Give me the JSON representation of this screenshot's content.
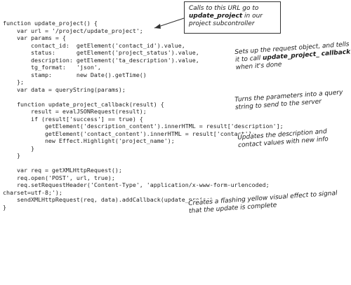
{
  "code_lines": [
    "function update_project() {",
    "    var url = '/project/update_project';",
    "    var params = {",
    "        contact_id:  getElement('contact_id').value,",
    "        status:      getElement('project_status').value,",
    "        description: getElement('ta_description').value,",
    "        tg_format:   'json',",
    "        stamp:       new Date().getTime()",
    "    };",
    "    var data = queryString(params);",
    "",
    "    function update_project_callback(result) {",
    "        result = evalJSONRequest(result);",
    "        if (result['success'] == true) {",
    "            getElement('description_content').innerHTML = result['description'];",
    "            getElement('contact_content').innerHTML = result['contact'];",
    "            new Effect.Highlight('project_name');",
    "        }",
    "    }",
    "",
    "    var req = getXMLHttpRequest();",
    "    req.open('POST', url, true);",
    "    req.setRequestHeader('Content-Type', 'application/x-www-form-urlencoded;",
    "charset=utf-8;');",
    "    sendXMLHttpRequest(req, data).addCallback(update_project_callback);",
    "}"
  ],
  "annotations": {
    "url_note": {
      "pre": "Calls to this URL go to ",
      "bold": "update_project",
      "post": " in our project subcontroller"
    },
    "request_note": {
      "pre": "Sets up the request object, and tells it to call ",
      "bold": "update_project_ callback",
      "post": " when it's done"
    },
    "query_note": "Turns the parameters into a query string to send to the server",
    "update_note": "Updates the description and contact values with new info",
    "highlight_note": "Creates a flashing yellow visual effect to signal that the update is complete"
  }
}
